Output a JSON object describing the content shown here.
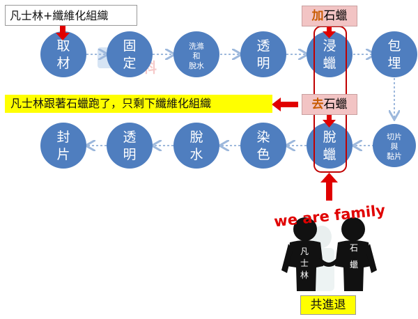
{
  "labels": {
    "top": "凡士林+纖維化組織",
    "result": "凡士林跟著石蠟跑了，只剩下纖維化組織",
    "add_wax_kw": "加",
    "add_wax_rest": "石蠟",
    "remove_wax_kw": "去",
    "remove_wax_rest": "石蠟",
    "family": "we are family",
    "together": "共進退"
  },
  "watermark": {
    "text": "外科"
  },
  "row1": [
    {
      "line1": "取",
      "line2": "材"
    },
    {
      "line1": "固",
      "line2": "定"
    },
    {
      "line1": "洗滌",
      "line2": "和",
      "line3": "脫水"
    },
    {
      "line1": "透",
      "line2": "明"
    },
    {
      "line1": "浸",
      "line2": "蠟"
    },
    {
      "line1": "包",
      "line2": "埋"
    }
  ],
  "row2": [
    {
      "line1": "封",
      "line2": "片"
    },
    {
      "line1": "透",
      "line2": "明"
    },
    {
      "line1": "脫",
      "line2": "水"
    },
    {
      "line1": "染",
      "line2": "色"
    },
    {
      "line1": "脫",
      "line2": "蠟"
    },
    {
      "line1": "切片",
      "line2": "與",
      "line3": "黏片"
    }
  ],
  "people": {
    "left_label": [
      "凡",
      "士",
      "林"
    ],
    "right_label": [
      "石",
      "蠟"
    ]
  },
  "colors": {
    "node": "#4f7ebf",
    "connector": "#b8cce4",
    "arrow": "#e00000",
    "highlight_bg": "#ffff00",
    "wax_bg": "#f2c4c4",
    "outline": "#c00000"
  }
}
